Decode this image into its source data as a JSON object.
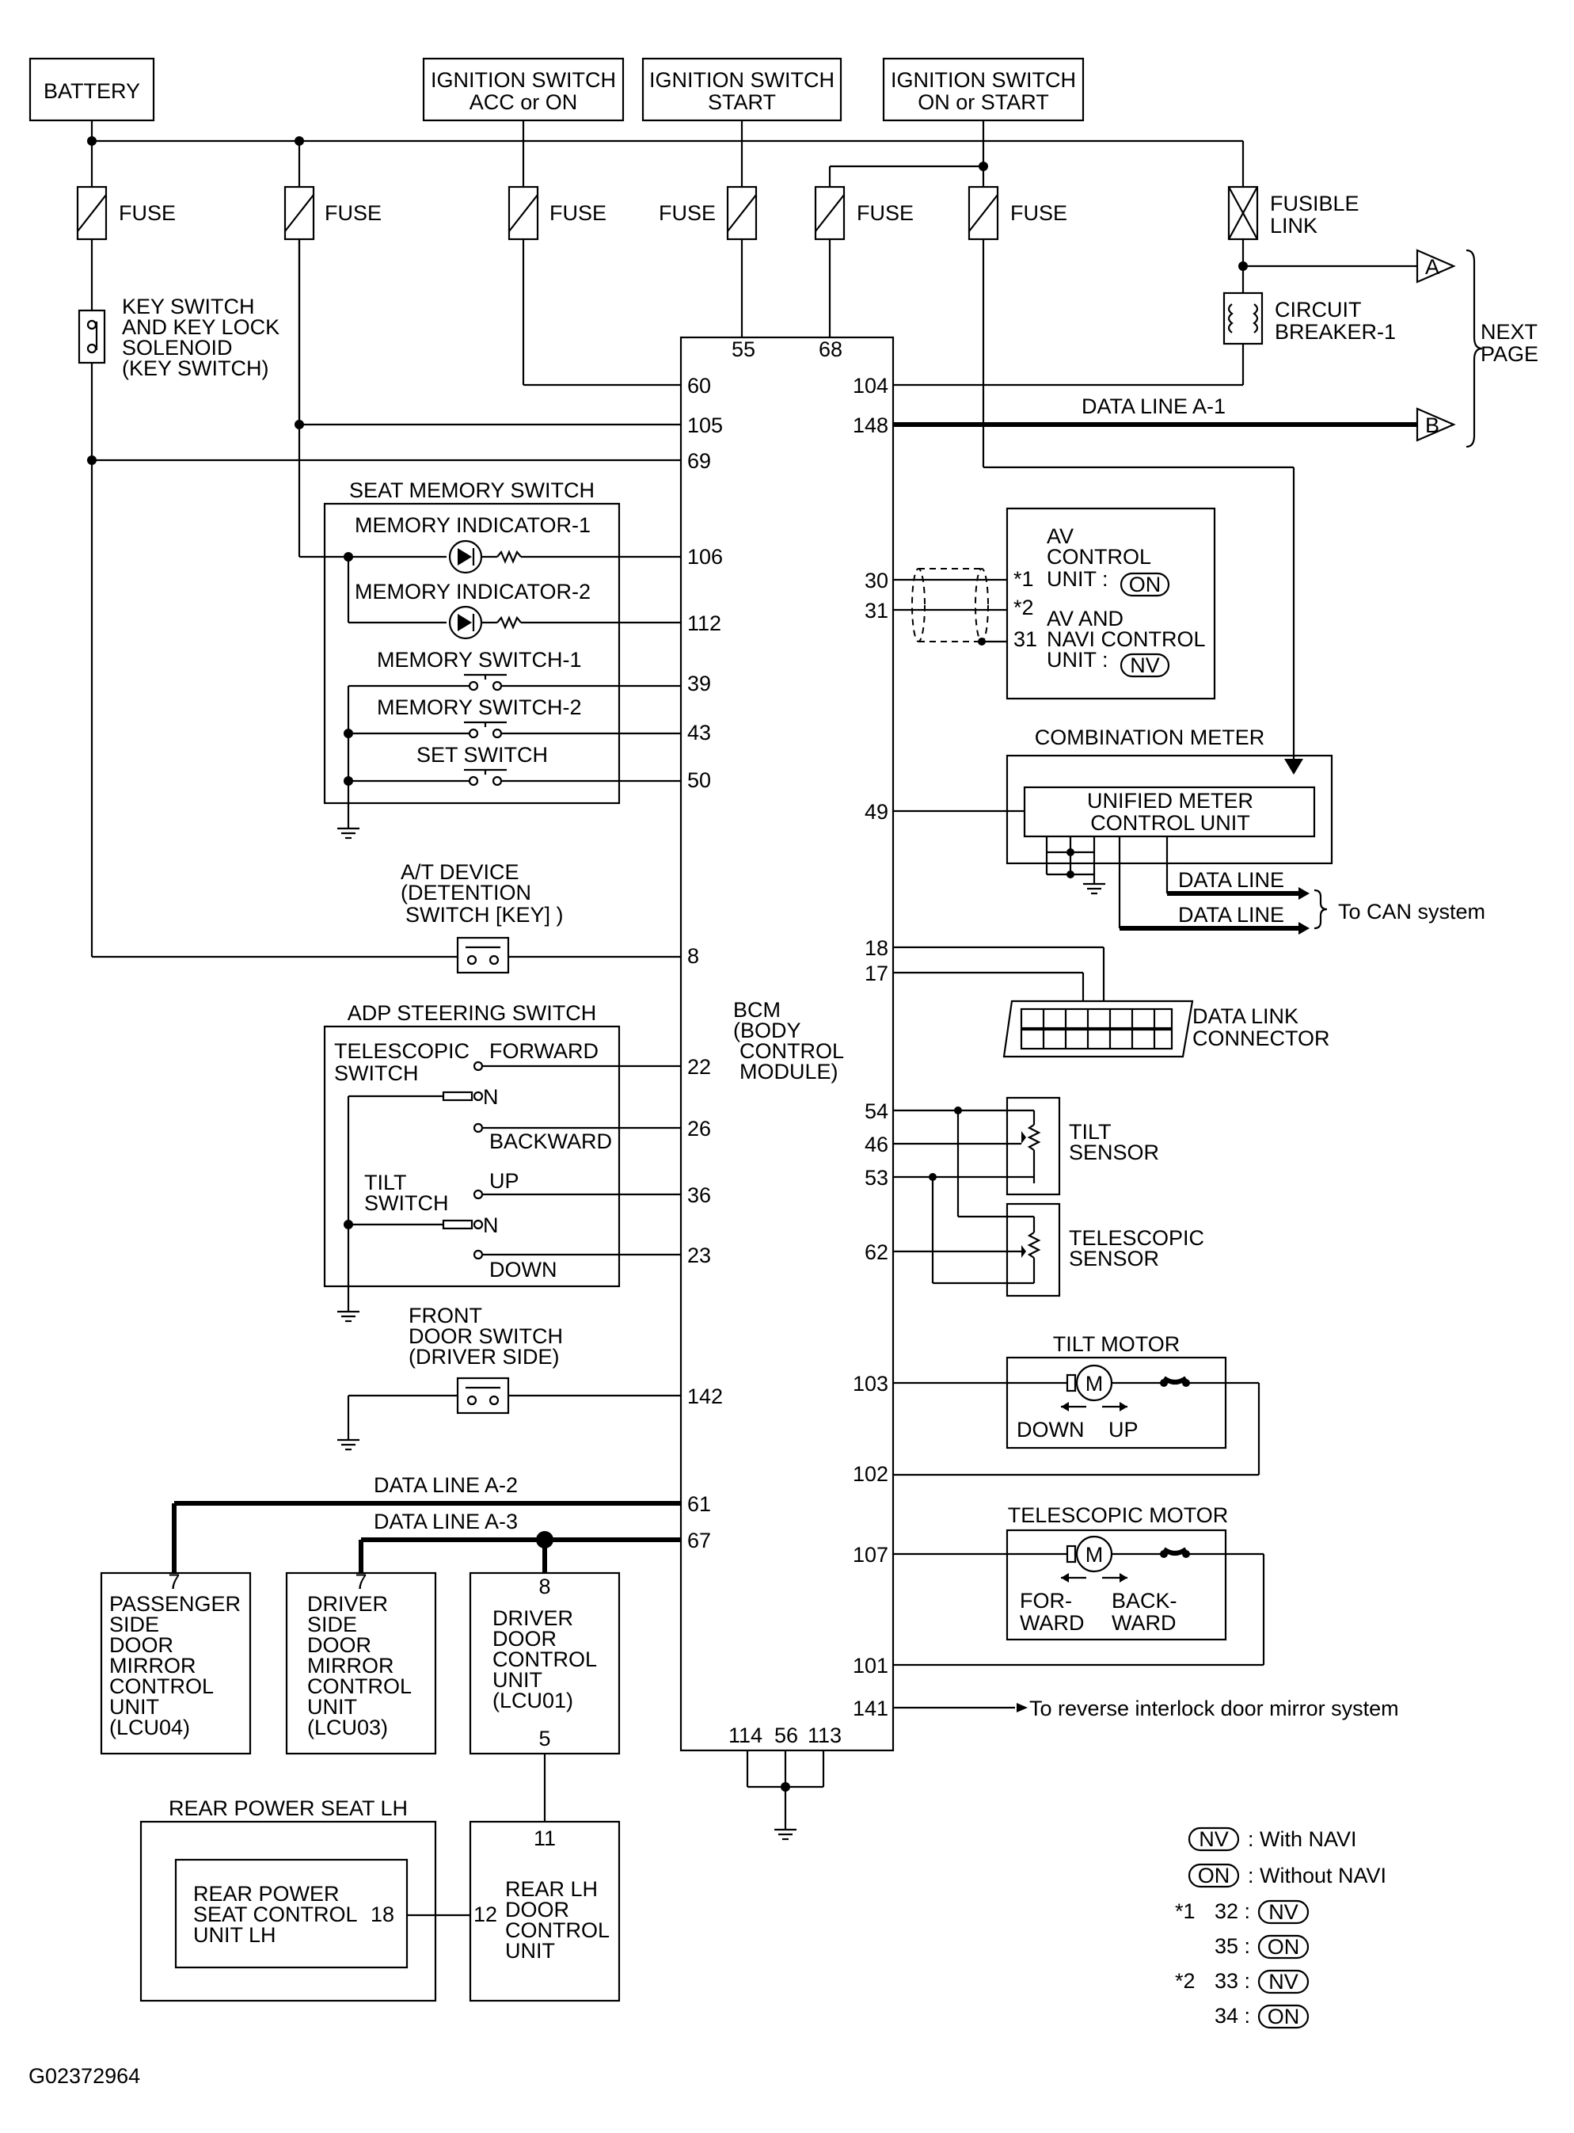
{
  "diagram_id": "G02372964",
  "power_sources": {
    "battery": "BATTERY",
    "ign_acc_on": [
      "IGNITION SWITCH",
      "ACC or ON"
    ],
    "ign_start": [
      "IGNITION SWITCH",
      "START"
    ],
    "ign_on_start": [
      "IGNITION SWITCH",
      "ON or START"
    ]
  },
  "fuse_label": "FUSE",
  "fusible_link": [
    "FUSIBLE",
    "LINK"
  ],
  "circuit_breaker": [
    "CIRCUIT",
    "BREAKER-1"
  ],
  "next_page": [
    "NEXT",
    "PAGE"
  ],
  "connectors": {
    "a": "A",
    "b": "B"
  },
  "key_switch": [
    "KEY SWITCH",
    "AND KEY LOCK",
    "SOLENOID",
    "(KEY SWITCH)"
  ],
  "data_line_a1": "DATA LINE A-1",
  "data_line_a2": "DATA LINE A-2",
  "data_line_a3": "DATA LINE A-3",
  "seat_memory": {
    "title": "SEAT MEMORY SWITCH",
    "indicator1": "MEMORY INDICATOR-1",
    "indicator2": "MEMORY INDICATOR-2",
    "switch1": "MEMORY SWITCH-1",
    "switch2": "MEMORY SWITCH-2",
    "set": "SET SWITCH"
  },
  "at_device": [
    "A/T DEVICE",
    "(DETENTION",
    "SWITCH [KEY] )"
  ],
  "adp_steering": {
    "title": "ADP STEERING SWITCH",
    "telescopic": [
      "TELESCOPIC",
      "SWITCH"
    ],
    "forward": "FORWARD",
    "n": "N",
    "backward": "BACKWARD",
    "tilt": [
      "TILT",
      "SWITCH"
    ],
    "up": "UP",
    "down": "DOWN"
  },
  "front_door_switch": [
    "FRONT",
    "DOOR SWITCH",
    "(DRIVER SIDE)"
  ],
  "bcm": {
    "label": [
      "BCM",
      "(BODY",
      "CONTROL",
      "MODULE)"
    ],
    "pins": {
      "p55": "55",
      "p68": "68",
      "p60": "60",
      "p105": "105",
      "p69": "69",
      "p106": "106",
      "p112": "112",
      "p39": "39",
      "p43": "43",
      "p50": "50",
      "p8": "8",
      "p22": "22",
      "p26": "26",
      "p36": "36",
      "p23": "23",
      "p142": "142",
      "p61": "61",
      "p67": "67",
      "p104": "104",
      "p148": "148",
      "p30": "30",
      "p31": "31",
      "p49": "49",
      "p18": "18",
      "p17": "17",
      "p54": "54",
      "p46": "46",
      "p53": "53",
      "p62": "62",
      "p103": "103",
      "p102": "102",
      "p107": "107",
      "p101": "101",
      "p141": "141",
      "p114": "114",
      "p56": "56",
      "p113": "113"
    }
  },
  "av_control": {
    "line1": [
      "AV",
      "CONTROL"
    ],
    "unit_on": "UNIT :",
    "on_tag": "ON",
    "star1": "*1",
    "star2": "*2",
    "av_navi": [
      "AV AND",
      "NAVI CONTROL"
    ],
    "unit_nv": "UNIT :",
    "nv_tag": "NV",
    "pin31": "31"
  },
  "combination_meter": {
    "title": "COMBINATION METER",
    "umcu": [
      "UNIFIED METER",
      "CONTROL UNIT"
    ],
    "data_line": "DATA LINE",
    "to_can": "To CAN system"
  },
  "data_link_connector": [
    "DATA LINK",
    "CONNECTOR"
  ],
  "tilt_sensor": [
    "TILT",
    "SENSOR"
  ],
  "telescopic_sensor": [
    "TELESCOPIC",
    "SENSOR"
  ],
  "tilt_motor": {
    "title": "TILT MOTOR",
    "down": "DOWN",
    "up": "UP",
    "m": "M"
  },
  "telescopic_motor": {
    "title": "TELESCOPIC MOTOR",
    "fwd": [
      "FOR-",
      "WARD"
    ],
    "back": [
      "BACK-",
      "WARD"
    ],
    "m": "M"
  },
  "reverse_interlock": "To reverse interlock door mirror system",
  "passenger_mirror": {
    "pin": "7",
    "lines": [
      "PASSENGER",
      "SIDE",
      "DOOR",
      "MIRROR",
      "CONTROL",
      "UNIT",
      "(LCU04)"
    ]
  },
  "driver_mirror": {
    "pin": "7",
    "lines": [
      "DRIVER",
      "SIDE",
      "DOOR",
      "MIRROR",
      "CONTROL",
      "UNIT",
      "(LCU03)"
    ]
  },
  "driver_door": {
    "pin_top": "8",
    "pin_bottom": "5",
    "lines": [
      "DRIVER",
      "DOOR",
      "CONTROL",
      "UNIT",
      "(LCU01)"
    ]
  },
  "rear_power_seat": {
    "title": "REAR POWER SEAT LH",
    "unit": [
      "REAR POWER",
      "SEAT CONTROL",
      "UNIT LH"
    ],
    "pin": "18"
  },
  "rear_lh_door": {
    "pin_top": "11",
    "pin_left": "12",
    "lines": [
      "REAR LH",
      "DOOR",
      "CONTROL",
      "UNIT"
    ]
  },
  "legend": {
    "nv_tag": "NV",
    "nv_desc": ": With NAVI",
    "on_tag": "ON",
    "on_desc": ": Without NAVI",
    "s1": "*1",
    "s1a": "32 :",
    "s1a_tag": "NV",
    "s1b": "35 :",
    "s1b_tag": "ON",
    "s2": "*2",
    "s2a": "33 :",
    "s2a_tag": "NV",
    "s2b": "34 :",
    "s2b_tag": "ON"
  }
}
